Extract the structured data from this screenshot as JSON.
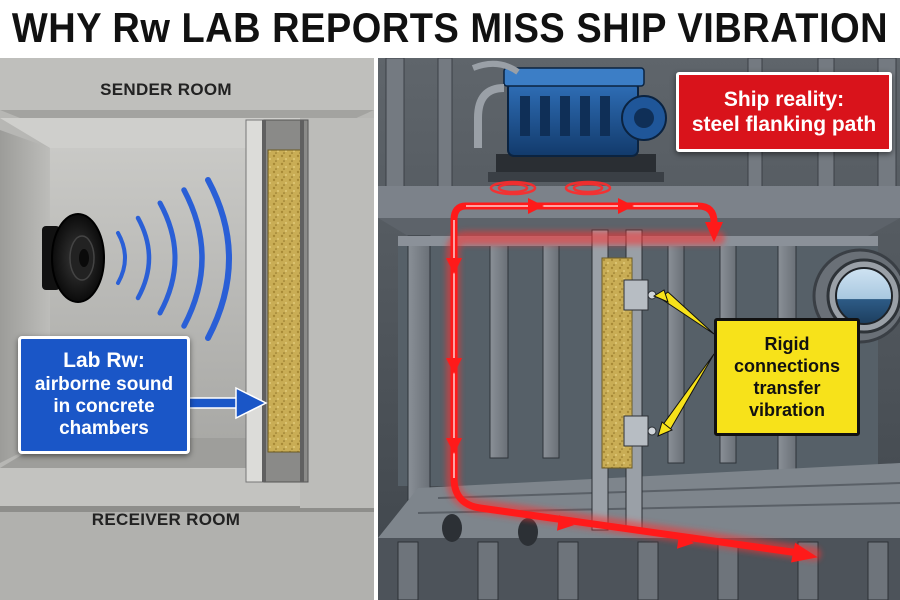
{
  "title": "WHY Rw LAB REPORTS MISS SHIP VIBRATION",
  "left": {
    "sender_label": "SENDER ROOM",
    "receiver_label": "RECEIVER ROOM",
    "callout": {
      "line1": "Lab Rw:",
      "line2": "airborne sound",
      "line3": "in concrete",
      "line4": "chambers",
      "color": "#1a56c7"
    }
  },
  "right": {
    "callout_top": {
      "line1": "Ship reality:",
      "line2": "steel flanking path",
      "color": "#d9131b"
    },
    "callout_connections": {
      "line1": "Rigid",
      "line2": "connections",
      "line3": "transfer",
      "line4": "vibration",
      "color": "#f7e21a"
    }
  }
}
